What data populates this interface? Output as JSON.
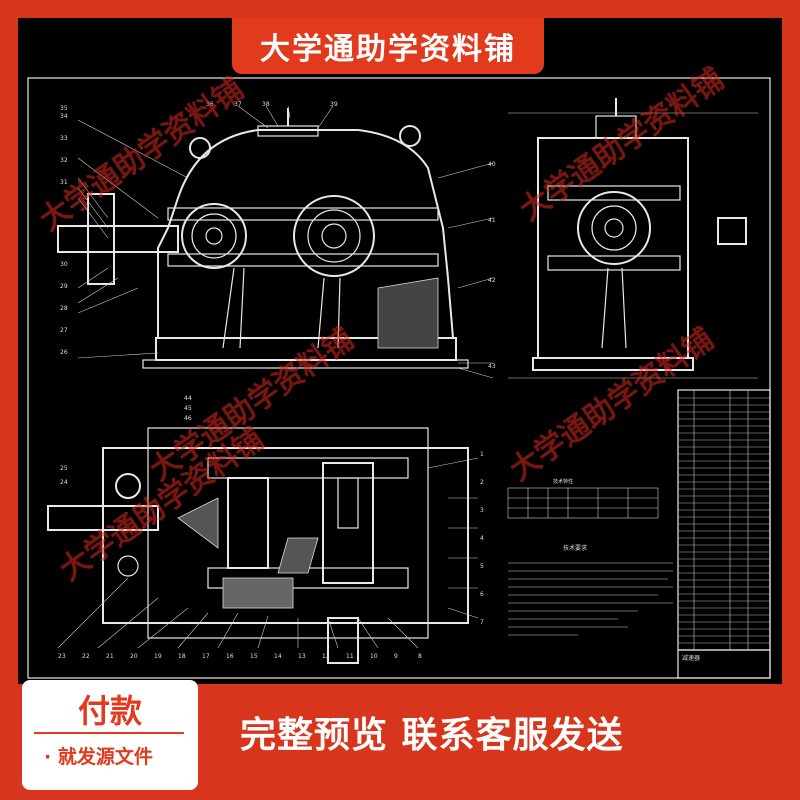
{
  "banner": {
    "title": "大学通助学资料铺"
  },
  "watermark": {
    "text": "大学通助学资料铺"
  },
  "payment_card": {
    "title": "付款",
    "subtitle": "· 就发源文件"
  },
  "bottom": {
    "slogan": "完整预览  联系客服发送"
  },
  "drawing": {
    "table_title": "技术特性",
    "notes_title": "技术要求",
    "title_block_name": "减速器",
    "part_numbers_top": [
      "35",
      "36",
      "37",
      "38",
      "39",
      "40",
      "41",
      "42",
      "43"
    ],
    "part_numbers_left": [
      "34",
      "33",
      "32",
      "31",
      "30",
      "29",
      "28",
      "27",
      "26"
    ],
    "part_numbers_bottom": [
      "23",
      "22",
      "21",
      "20",
      "19",
      "18",
      "17",
      "16",
      "15",
      "14",
      "13",
      "12",
      "11",
      "10",
      "9",
      "8"
    ],
    "part_numbers_right": [
      "1",
      "2",
      "3",
      "4",
      "5",
      "6",
      "7"
    ],
    "part_numbers_plan_left": [
      "44",
      "45",
      "46",
      "25",
      "24"
    ]
  },
  "colors": {
    "frame": "#d8361c",
    "banner": "#e23a1c",
    "card": "#ffffff",
    "drawing_bg": "#000000",
    "line": "#e8e8e8"
  }
}
